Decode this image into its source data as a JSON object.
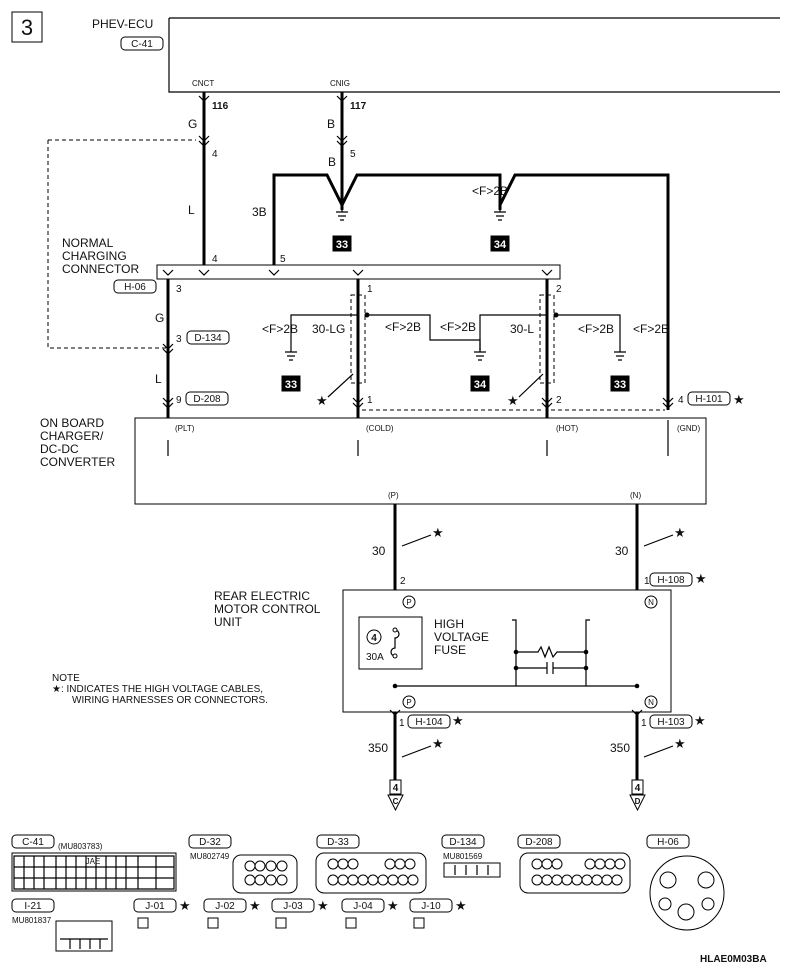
{
  "page_number": "3",
  "ecu": {
    "name": "PHEV-ECU",
    "connector": "C-41",
    "pin_cnct": "CNCT",
    "pin_cnig": "CNIG",
    "term_116": "116",
    "term_117": "117"
  },
  "wire_colors": {
    "g": "G",
    "b": "B",
    "l": "L",
    "b3": "3B",
    "lg30": "30-LG",
    "l30": "30-L",
    "w30": "30",
    "w350": "350"
  },
  "ground_labels": {
    "f2b": "<F>2B",
    "g33": "33",
    "g34": "34"
  },
  "charging_connector": {
    "title_line1": "NORMAL",
    "title_line2": "CHARGING",
    "title_line3": "CONNECTOR",
    "connector": "H-06"
  },
  "pins": {
    "p1": "1",
    "p2": "2",
    "p3": "3",
    "p4": "4",
    "p5": "5",
    "p9": "9"
  },
  "connectors": {
    "d134": "D-134",
    "d208": "D-208",
    "h101": "H-101",
    "h108": "H-108",
    "h104": "H-104",
    "h103": "H-103"
  },
  "charger": {
    "line1": "ON BOARD",
    "line2": "CHARGER/",
    "line3": "DC-DC",
    "line4": "CONVERTER",
    "t_plt": "(PLT)",
    "t_cold": "(COLD)",
    "t_hot": "(HOT)",
    "t_gnd": "(GND)",
    "t_p": "(P)",
    "t_n": "(N)"
  },
  "rear_unit": {
    "line1": "REAR ELECTRIC",
    "line2": "MOTOR CONTROL",
    "line3": "UNIT",
    "fuse_num": "4",
    "fuse_amp": "30A",
    "fuse_line1": "HIGH",
    "fuse_line2": "VOLTAGE",
    "fuse_line3": "FUSE",
    "p": "P",
    "n": "N"
  },
  "note": {
    "title": "NOTE",
    "line1": "★: INDICATES THE HIGH VOLTAGE CABLES,",
    "line2": "WIRING HARNESSES OR CONNECTORS."
  },
  "offpage": {
    "num": "4",
    "c": "C",
    "d": "D"
  },
  "star": "★",
  "legend": {
    "c41": "C-41",
    "c41_part": "(MU803783)",
    "jae": "JAE",
    "d32": "D-32",
    "d32_part": "MU802749",
    "d33": "D-33",
    "d134": "D-134",
    "d134_part": "MU801569",
    "d208": "D-208",
    "h06": "H-06",
    "i21": "I-21",
    "i21_part": "MU801837",
    "j01": "J-01",
    "j02": "J-02",
    "j03": "J-03",
    "j04": "J-04",
    "j10": "J-10",
    "code": "HLAE0M03BA"
  }
}
